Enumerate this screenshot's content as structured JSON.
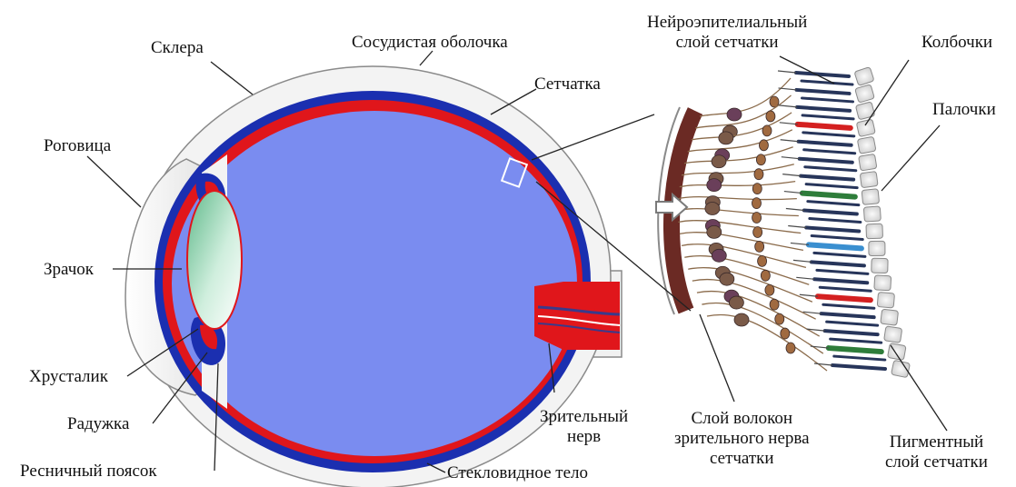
{
  "labels": {
    "sclera": "Склера",
    "choroid": "Сосудистая оболочка",
    "retina": "Сетчатка",
    "cornea": "Роговица",
    "pupil": "Зрачок",
    "lens": "Хрусталик",
    "iris": "Радужка",
    "ciliary_zonule": "Ресничный поясок",
    "vitreous_body": "Стекловидное тело",
    "optic_nerve_1": "Зрительный",
    "optic_nerve_2": "нерв",
    "neuroepithelial_1": "Нейроэпителиальный",
    "neuroepithelial_2": "слой сетчатки",
    "cones": "Колбочки",
    "rods": "Палочки",
    "nerve_fiber_1": "Слой волокон",
    "nerve_fiber_2": "зрительного нерва",
    "nerve_fiber_3": "сетчатки",
    "pigment_1": "Пигментный",
    "pigment_2": "слой сетчатки"
  },
  "colors": {
    "vitreous": "#7a8cf0",
    "choroid": "#e0161b",
    "retina_blue": "#1b2fb0",
    "sclera_fill": "#f4f4f4",
    "lens_light": "#f5fff9",
    "lens_dark": "#8fcfa8",
    "cone_red": "#d42020",
    "cone_green": "#2e7d3a",
    "cone_blue": "#3a8fd0",
    "rod_dark": "#27355a"
  }
}
